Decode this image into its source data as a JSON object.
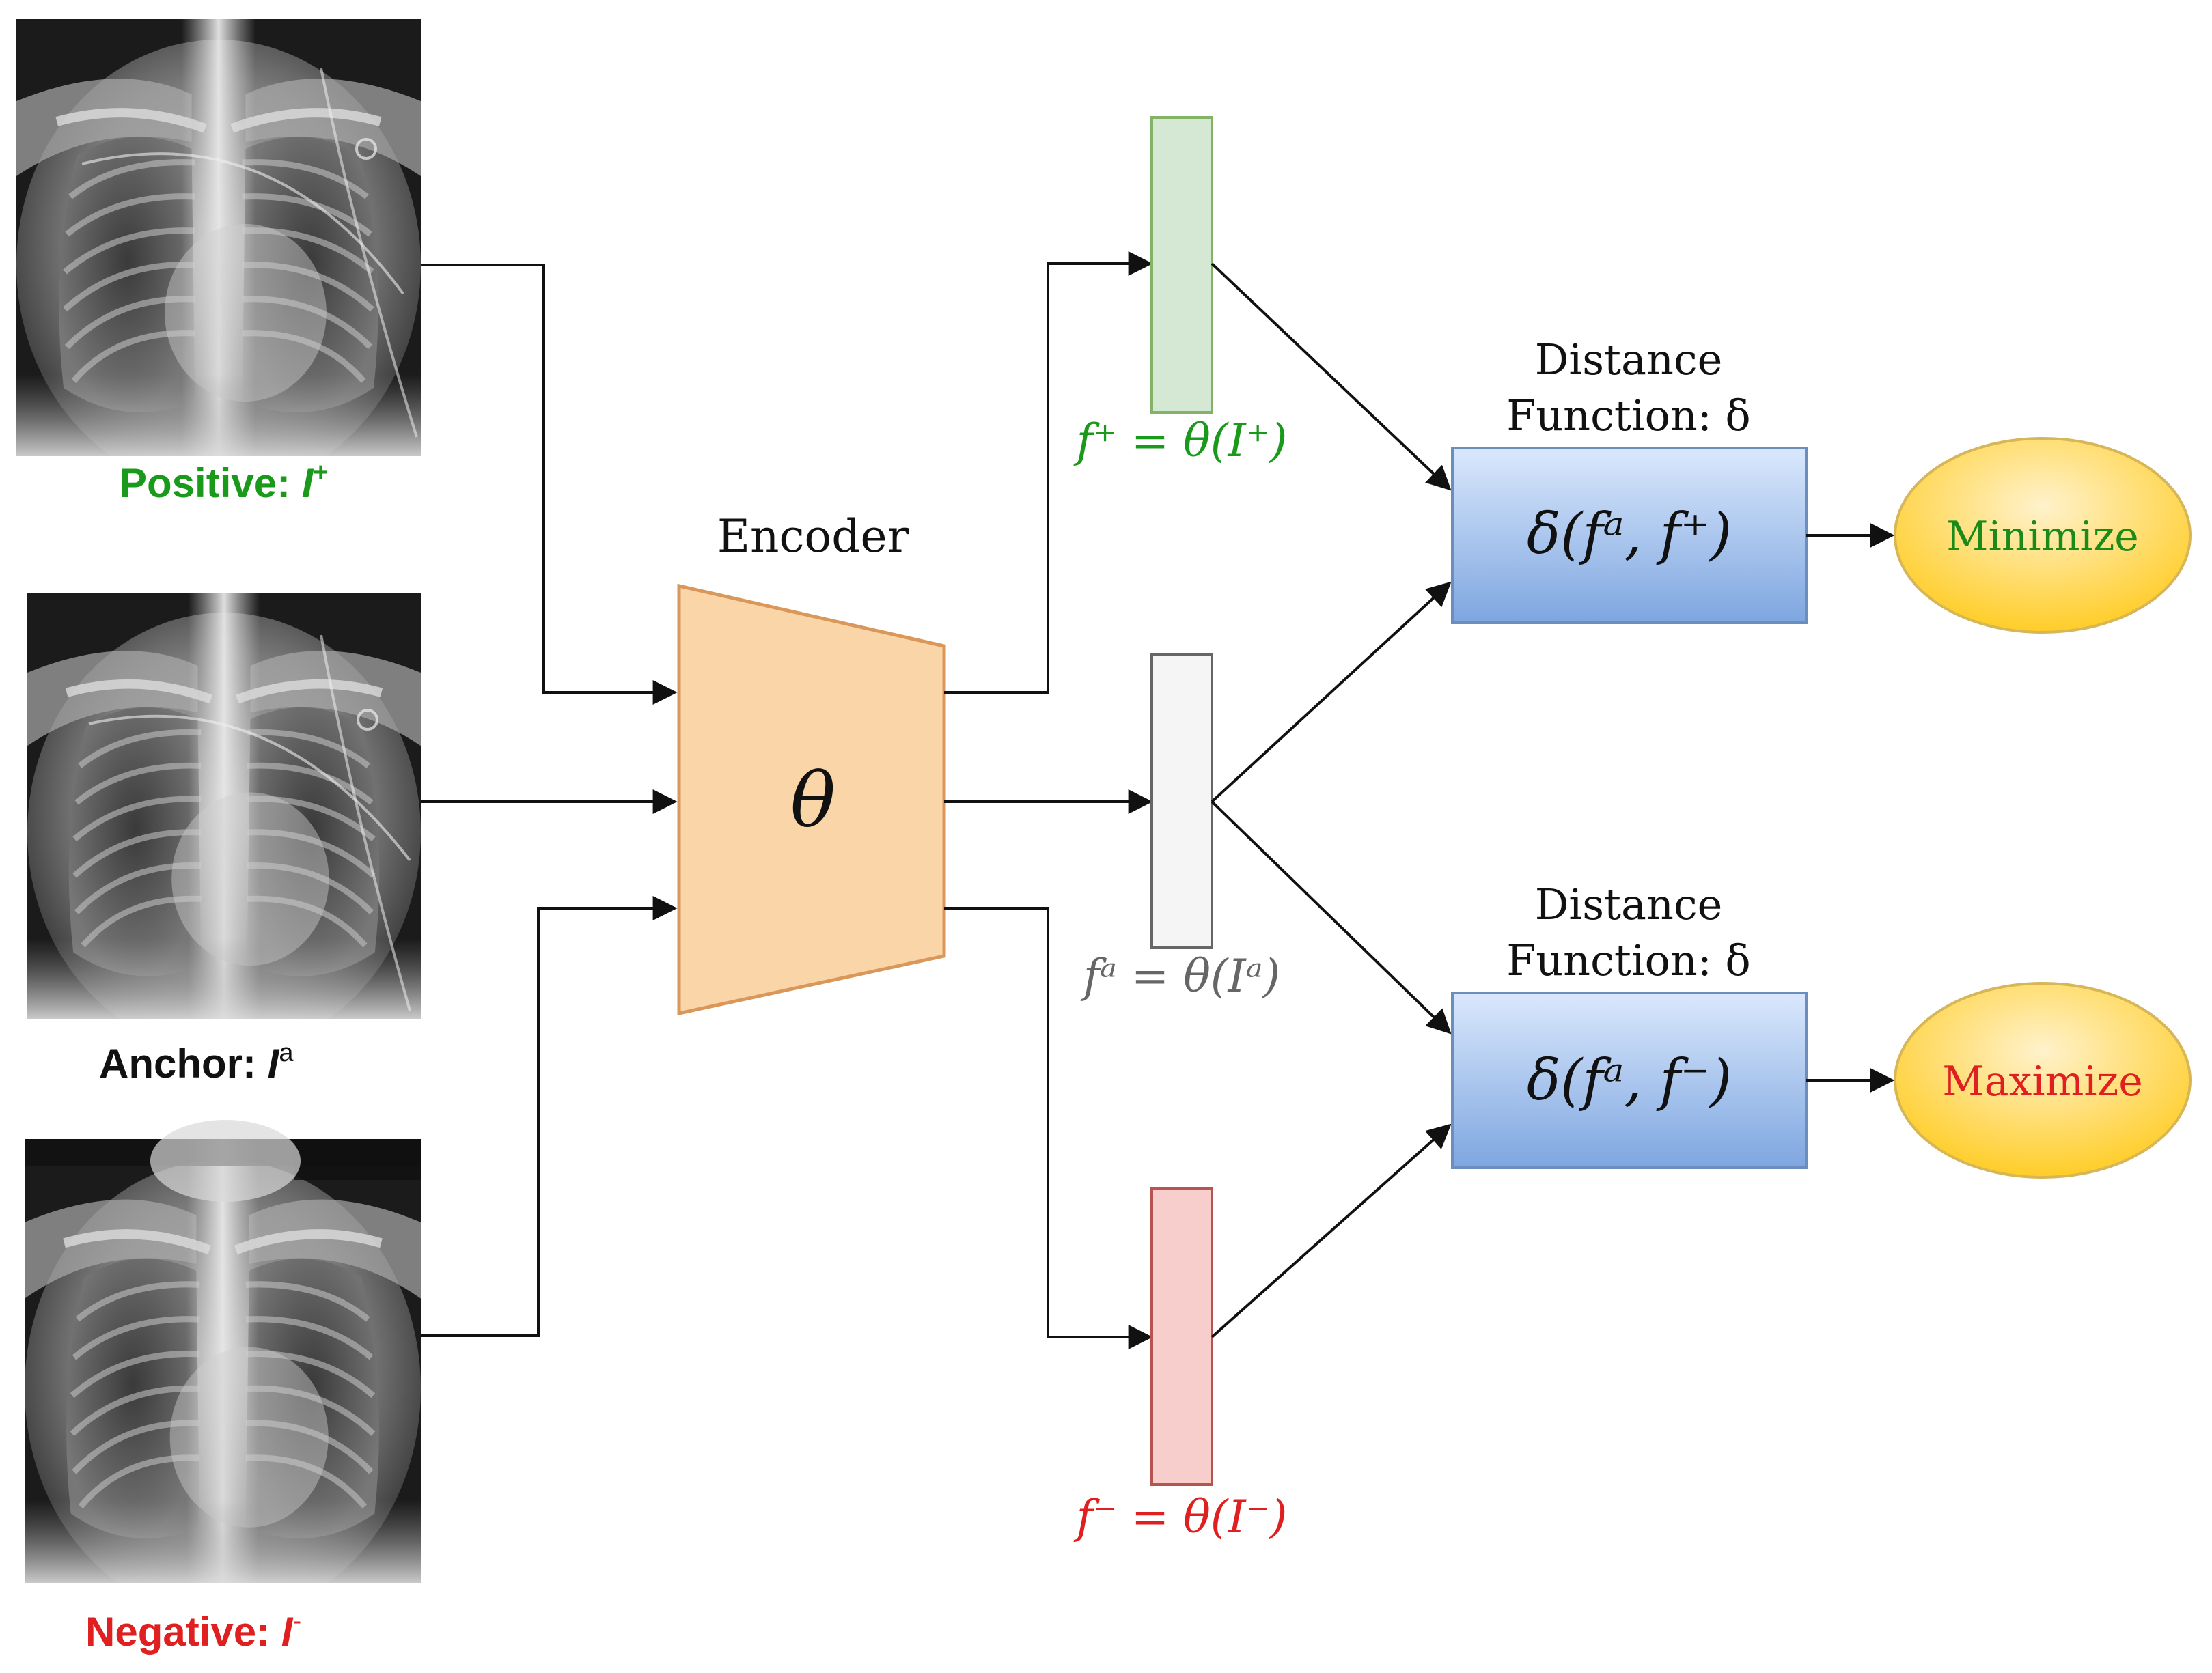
{
  "inputs": {
    "positive": {
      "label_text": "Positive: ",
      "symbol": "I",
      "superscript": "+",
      "color": "#1a9a1a"
    },
    "anchor": {
      "label_text": "Anchor: ",
      "symbol": "I",
      "superscript": "a",
      "color": "#111111"
    },
    "negative": {
      "label_text": "Negative: ",
      "symbol": "I",
      "superscript": "-",
      "color": "#e02020"
    }
  },
  "encoder": {
    "title": "Encoder",
    "symbol": "θ",
    "fill": "#f9d5a8",
    "stroke": "#d9975a"
  },
  "embeddings": {
    "positive": {
      "label": "f⁺ = θ(I⁺)",
      "fill": "#d5e8d4",
      "stroke": "#82b366",
      "color": "#1a9a1a"
    },
    "anchor": {
      "label": "fᵃ = θ(Iᵃ)",
      "fill": "#f5f5f5",
      "stroke": "#666666",
      "color": "#666666"
    },
    "negative": {
      "label": "f⁻ = θ(I⁻)",
      "fill": "#f8cecc",
      "stroke": "#b85450",
      "color": "#e02020"
    }
  },
  "distance_blocks": {
    "top": {
      "caption_line1": "Distance",
      "caption_line2": "Function: δ",
      "formula": "δ(fᵃ, f⁺)"
    },
    "bottom": {
      "caption_line1": "Distance",
      "caption_line2": "Function: δ",
      "formula": "δ(fᵃ, f⁻)"
    }
  },
  "objectives": {
    "minimize": {
      "label": "Minimize",
      "color": "#1a8a1a"
    },
    "maximize": {
      "label": "Maximize",
      "color": "#e02020"
    }
  }
}
